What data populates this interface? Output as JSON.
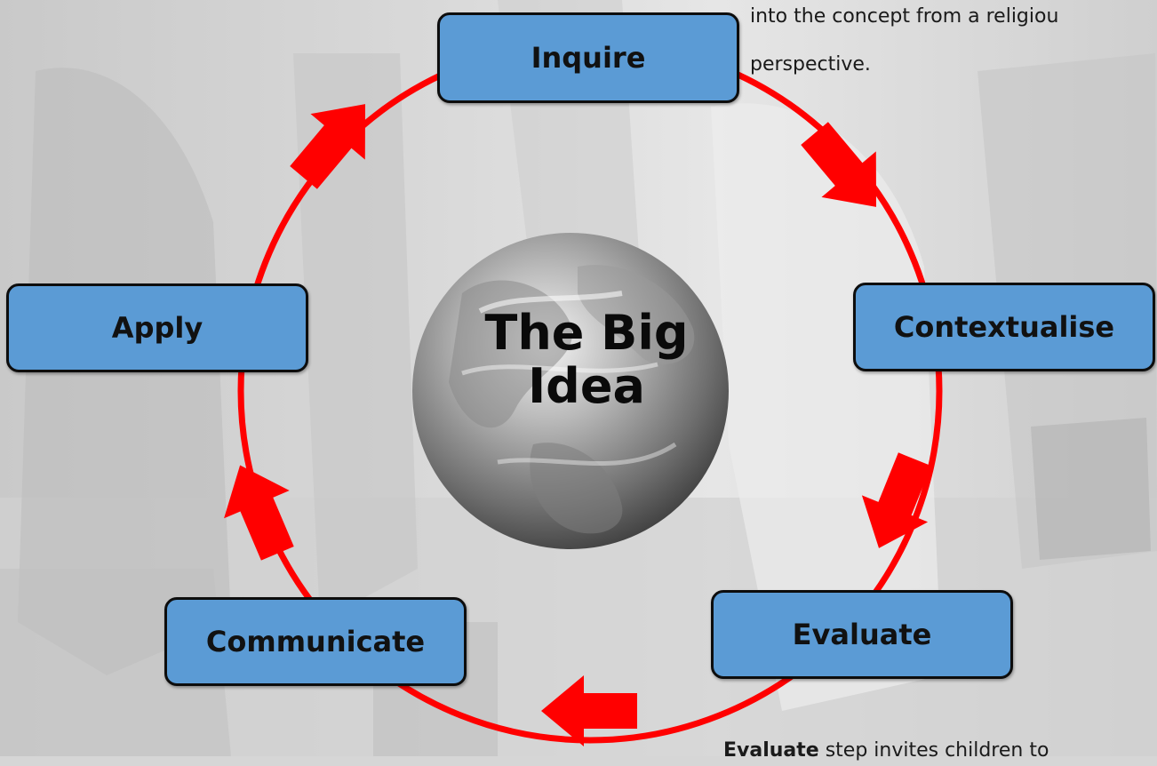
{
  "diagram": {
    "center_label": [
      "The Big",
      "Idea"
    ],
    "stages": {
      "inquire": "Inquire",
      "contextualise": "Contextualise",
      "evaluate": "Evaluate",
      "communicate": "Communicate",
      "apply": "Apply"
    },
    "colors": {
      "cycle_ring": "#ff0000",
      "stage_box_fill": "#5b9bd5",
      "stage_box_border": "#0d0d0d"
    },
    "icons": {
      "center": "globe-icon",
      "connectors": "arrow-icon"
    }
  },
  "notes": {
    "top_line_1": "into the concept from a religiou",
    "top_line_2": "perspective.",
    "bottom_bold": "Evaluate",
    "bottom_rest": " step invites children to"
  }
}
